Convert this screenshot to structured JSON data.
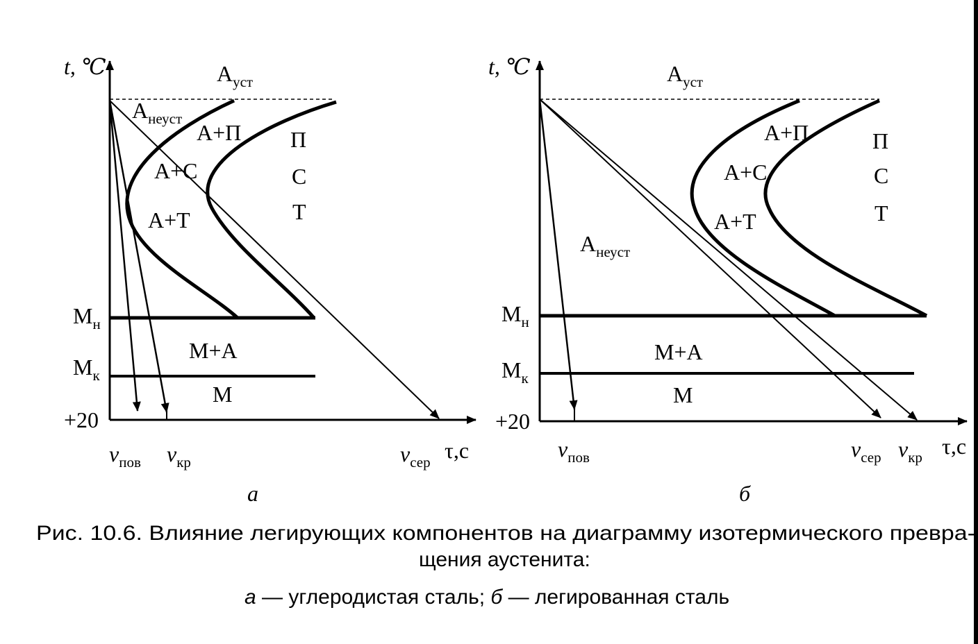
{
  "axes": {
    "y_label": "t, ℃",
    "x_label": "τ,с",
    "y_levels": {
      "Mn": "M",
      "Mn_sub": "н",
      "Mk": "M",
      "Mk_sub": "к",
      "base": "+20"
    }
  },
  "panel_a": {
    "letter": "a",
    "a_ust": {
      "main": "A",
      "sub": "уст"
    },
    "a_neust": {
      "main": "A",
      "sub": "неуст"
    },
    "regions": {
      "ap": "A+П",
      "ac": "A+C",
      "at": "A+T",
      "ma": "M+A",
      "m": "M"
    },
    "products": [
      "П",
      "С",
      "Т"
    ],
    "rates": [
      {
        "main": "v",
        "sub": "пов"
      },
      {
        "main": "v",
        "sub": "кр"
      },
      {
        "main": "v",
        "sub": "сер"
      }
    ]
  },
  "panel_b": {
    "letter": "б",
    "a_ust": {
      "main": "A",
      "sub": "уст"
    },
    "a_neust": {
      "main": "A",
      "sub": "неуст"
    },
    "regions": {
      "ap": "A+П",
      "ac": "A+C",
      "at": "A+T",
      "ma": "M+A",
      "m": "M"
    },
    "products": [
      "П",
      "С",
      "Т"
    ],
    "rates": [
      {
        "main": "v",
        "sub": "пов"
      },
      {
        "main": "v",
        "sub": "сер"
      },
      {
        "main": "v",
        "sub": "кр"
      }
    ]
  },
  "caption": {
    "line1": "Рис. 10.6. Влияние легирующих компонентов на диаграмму изотермического превра-",
    "line2": "щения аустенита:",
    "line3_a": "а",
    "line3_a_text": " — углеродистая сталь; ",
    "line3_b": "б",
    "line3_b_text": " — легированная сталь"
  }
}
